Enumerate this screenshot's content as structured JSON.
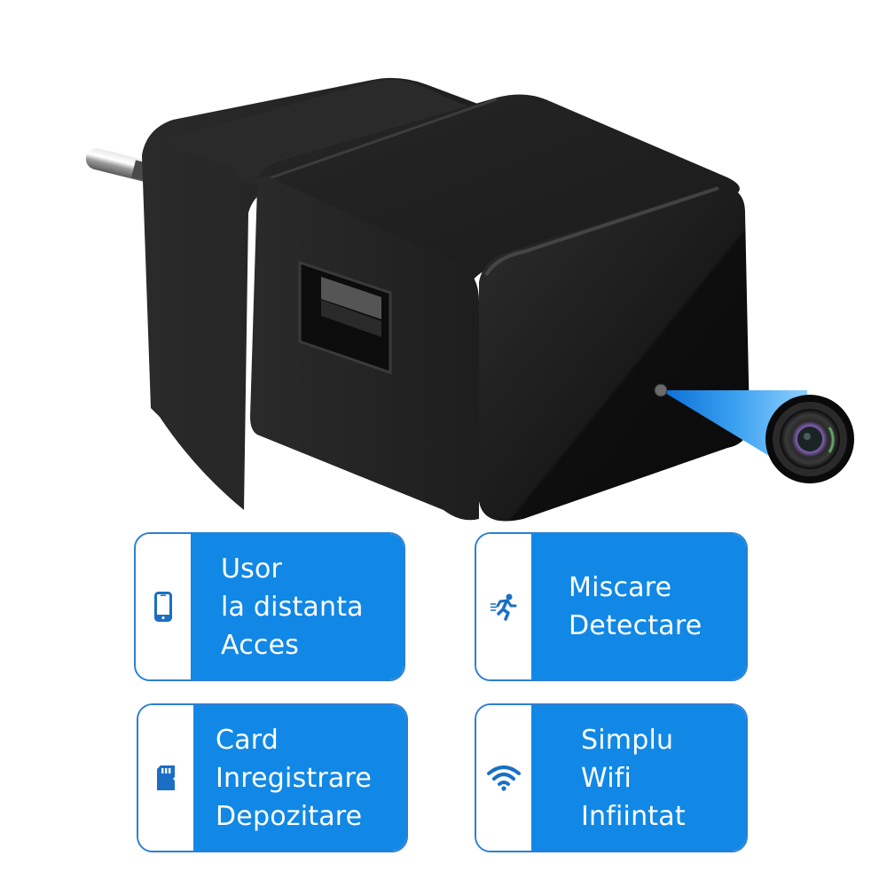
{
  "product": {
    "name": "USB charger hidden spy camera",
    "colors": {
      "body": "#1c1c1c",
      "highlight": "#3a3a3a",
      "beam": "#1e90ff"
    }
  },
  "features": [
    {
      "icon": "smartphone-icon",
      "lines": [
        "Usor",
        "la distanta",
        "Acces"
      ]
    },
    {
      "icon": "running-person-icon",
      "lines": [
        "Miscare",
        "Detectare"
      ]
    },
    {
      "icon": "sd-card-icon",
      "lines": [
        "Card",
        "Inregistrare",
        "Depozitare"
      ]
    },
    {
      "icon": "wifi-icon",
      "lines": [
        "Simplu",
        "Wifi",
        "Infiintat"
      ]
    }
  ],
  "theme": {
    "card_blue": "#1188e6",
    "card_border": "#2b7fd4",
    "icon_blue": "#1a6fc4"
  }
}
